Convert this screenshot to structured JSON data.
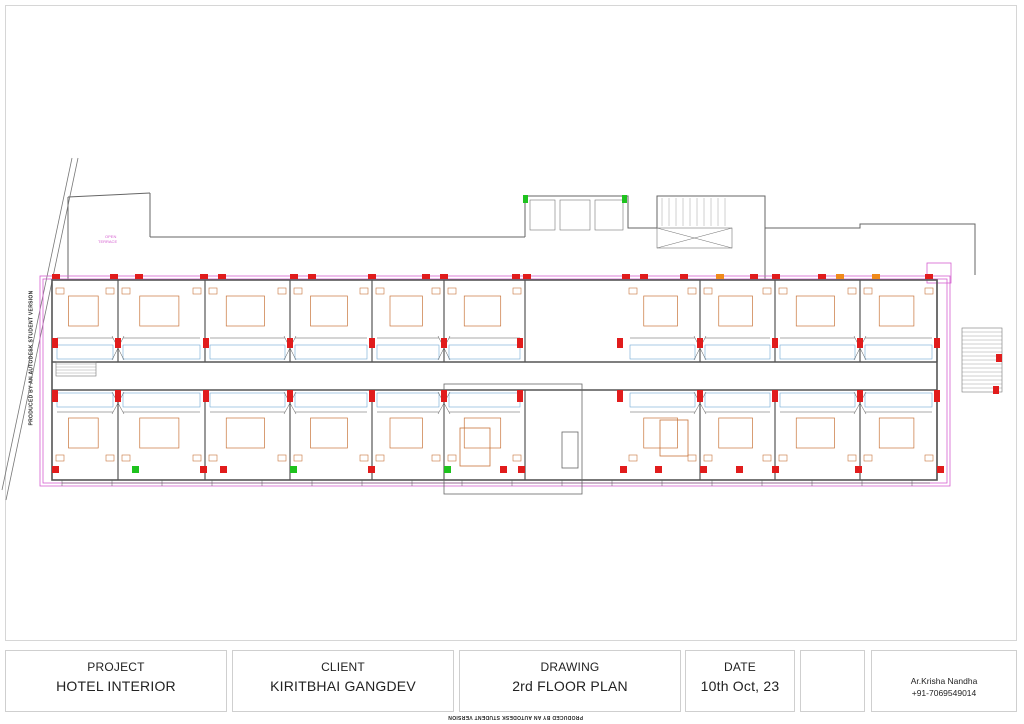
{
  "watermark": "PRODUCED BY AN AUTODESK STUDENT VERSION",
  "title_block": {
    "project_label": "PROJECT",
    "project_value": "HOTEL INTERIOR",
    "client_label": "CLIENT",
    "client_value": "KIRITBHAI GANGDEV",
    "drawing_label": "DRAWING",
    "drawing_value": "2rd FLOOR PLAN",
    "date_label": "DATE",
    "date_value": "10th Oct, 23",
    "architect_name": "Ar.Krisha Nandha",
    "architect_phone": "+91-7069549014"
  },
  "plan": {
    "open_terrace_label": "OPEN\nTERRACE",
    "wall_color": "#555555",
    "furniture_color": "#c8743a",
    "fixture_color": "#6fa8d6",
    "boundary_color": "#d55fd0",
    "column_color": "#e11c1c",
    "accent_green": "#1ec21e",
    "accent_orange": "#f08a1a"
  }
}
